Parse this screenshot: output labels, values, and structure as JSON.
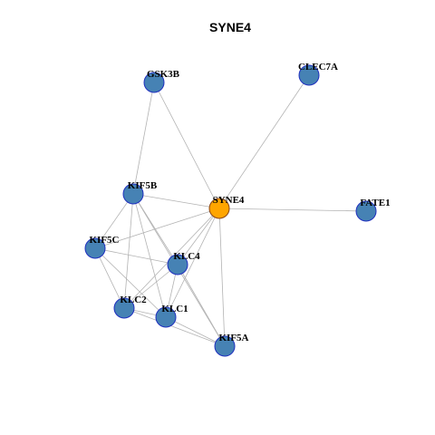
{
  "title": "SYNE4",
  "colors": {
    "focus_node_fill": "#FFA500",
    "focus_node_stroke": "#8B4513",
    "node_fill": "#4682B4",
    "node_stroke": "#1F2FBF",
    "edge": "#B3B3B3"
  },
  "nodes": [
    {
      "id": "SYNE4",
      "label": "SYNE4",
      "focus": true
    },
    {
      "id": "GSK3B",
      "label": "GSK3B",
      "focus": false
    },
    {
      "id": "CLEC7A",
      "label": "CLEC7A",
      "focus": false
    },
    {
      "id": "KIF5B",
      "label": "KIF5B",
      "focus": false
    },
    {
      "id": "FATE1",
      "label": "FATE1",
      "focus": false
    },
    {
      "id": "KIF5C",
      "label": "KIF5C",
      "focus": false
    },
    {
      "id": "KLC4",
      "label": "KLC4",
      "focus": false
    },
    {
      "id": "KLC2",
      "label": "KLC2",
      "focus": false
    },
    {
      "id": "KLC1",
      "label": "KLC1",
      "focus": false
    },
    {
      "id": "KIF5A",
      "label": "KIF5A",
      "focus": false
    }
  ],
  "edges": [
    [
      "GSK3B",
      "SYNE4"
    ],
    [
      "GSK3B",
      "KIF5B"
    ],
    [
      "CLEC7A",
      "SYNE4"
    ],
    [
      "FATE1",
      "SYNE4"
    ],
    [
      "KIF5B",
      "SYNE4"
    ],
    [
      "KIF5B",
      "KIF5C"
    ],
    [
      "KIF5B",
      "KLC4"
    ],
    [
      "KIF5B",
      "KLC2"
    ],
    [
      "KIF5B",
      "KLC1"
    ],
    [
      "KIF5B",
      "KIF5A"
    ],
    [
      "KIF5C",
      "SYNE4"
    ],
    [
      "KIF5C",
      "KLC4"
    ],
    [
      "KIF5C",
      "KLC2"
    ],
    [
      "KIF5C",
      "KLC1"
    ],
    [
      "KLC4",
      "SYNE4"
    ],
    [
      "KLC4",
      "KLC2"
    ],
    [
      "KLC4",
      "KLC1"
    ],
    [
      "KLC4",
      "KIF5A"
    ],
    [
      "KLC2",
      "SYNE4"
    ],
    [
      "KLC2",
      "KLC1"
    ],
    [
      "KLC2",
      "KIF5A"
    ],
    [
      "KLC1",
      "SYNE4"
    ],
    [
      "KLC1",
      "KIF5A"
    ],
    [
      "KIF5A",
      "SYNE4"
    ]
  ]
}
